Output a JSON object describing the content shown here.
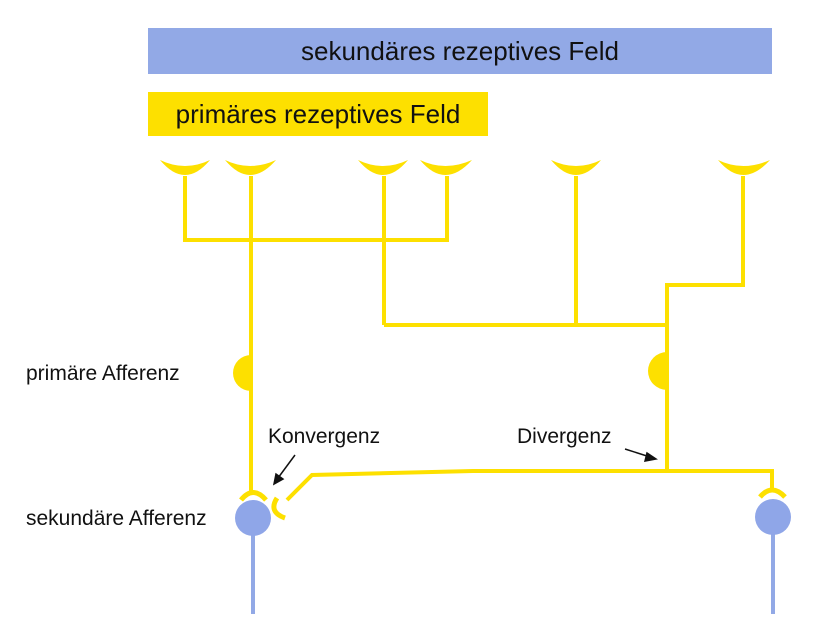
{
  "colors": {
    "yellow": "#fde000",
    "blue": "#92a9e6",
    "blue_neuron": "#8fa6e8",
    "text": "#111111"
  },
  "banners": {
    "secondary_field": "sekundäres rezeptives Feld",
    "primary_field": "primäres rezeptives Feld"
  },
  "labels": {
    "primary_afferent": "primäre Afferenz",
    "secondary_afferent": "sekundäre Afferenz",
    "convergence": "Konvergenz",
    "divergence": "Divergenz"
  }
}
